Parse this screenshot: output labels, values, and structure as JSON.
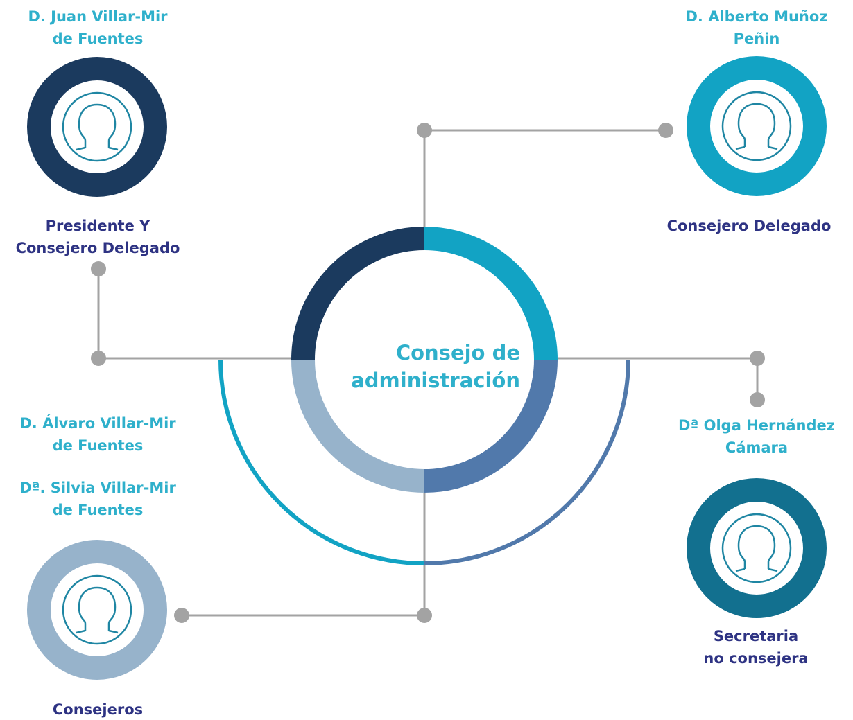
{
  "center": {
    "title_line1": "Consejo de",
    "title_line2": "administración",
    "segments": [
      {
        "id": "top-left",
        "color": "#1b3a5e"
      },
      {
        "id": "top-right",
        "color": "#12a3c4"
      },
      {
        "id": "bottom-right",
        "color": "#5179ab"
      },
      {
        "id": "bottom-left",
        "color": "#97b3cb"
      }
    ]
  },
  "members": [
    {
      "id": "presidente",
      "name_line1": "D. Juan Villar-Mir",
      "name_line2": "de Fuentes",
      "role_line1": "Presidente Y",
      "role_line2": "Consejero Delegado",
      "ring_color": "#1b3a5e",
      "icon": "person-icon"
    },
    {
      "id": "consejero-delegado",
      "name_line1": "D. Alberto Muñoz",
      "name_line2": "Peñin",
      "role_line1": "Consejero Delegado",
      "ring_color": "#12a3c4",
      "icon": "person-icon"
    },
    {
      "id": "consejeros",
      "name_line1": "D. Álvaro Villar-Mir",
      "name_line2": "de Fuentes",
      "name_line3": "Dª. Silvia Villar-Mir",
      "name_line4": "de Fuentes",
      "role_line1": "Consejeros",
      "ring_color": "#97b3cb",
      "icon": "person-icon"
    },
    {
      "id": "secretaria",
      "name_line1": "Dª Olga Hernández",
      "name_line2": "Cámara",
      "role_line1": "Secretaria",
      "role_line2": "no consejera",
      "ring_color": "#12708f",
      "icon": "person-icon"
    }
  ],
  "colors": {
    "name_text": "#2fb0cb",
    "role_text": "#2e3383",
    "connector": "#a3a3a3",
    "outer_arc_left": "#12a3c4",
    "outer_arc_right": "#5179ab",
    "icon_stroke": "#1f86a3"
  }
}
